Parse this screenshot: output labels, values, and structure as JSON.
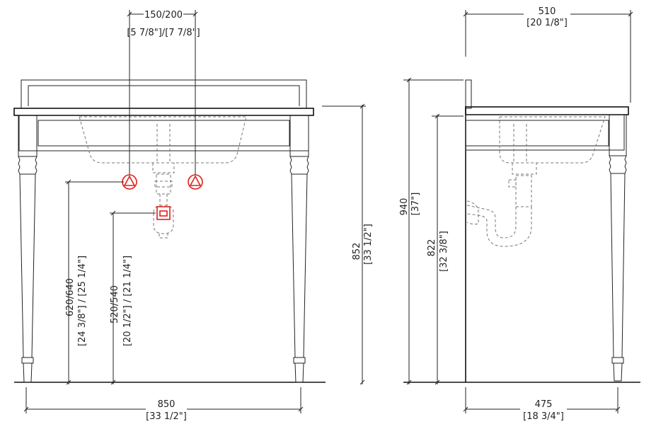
{
  "front_view": {
    "tap_spacing": {
      "mm": "150/200",
      "in": "[5 7/8\"]/[7 7/8\"]"
    },
    "tap_height": {
      "mm": "620/640",
      "in": "[24 3/8\"] / [25 1/4\"]"
    },
    "waste_height": {
      "mm": "520/540",
      "in": "[20 1/2\"] / [21 1/4\"]"
    },
    "top_height": {
      "mm": "852",
      "in": "[33 1/2\"]"
    },
    "width": {
      "mm": "850",
      "in": "[33 1/2\"]"
    }
  },
  "side_view": {
    "depth_top": {
      "mm": "510",
      "in": "[20 1/8\"]"
    },
    "total_height": {
      "mm": "940",
      "in": "[37\"]"
    },
    "inner_height": {
      "mm": "822",
      "in": "[32 3/8\"]"
    },
    "leg_depth": {
      "mm": "475",
      "in": "[18 3/4\"]"
    }
  },
  "colors": {
    "line": "#222222",
    "hidden": "#777777",
    "service_marker": "#e0201a"
  }
}
